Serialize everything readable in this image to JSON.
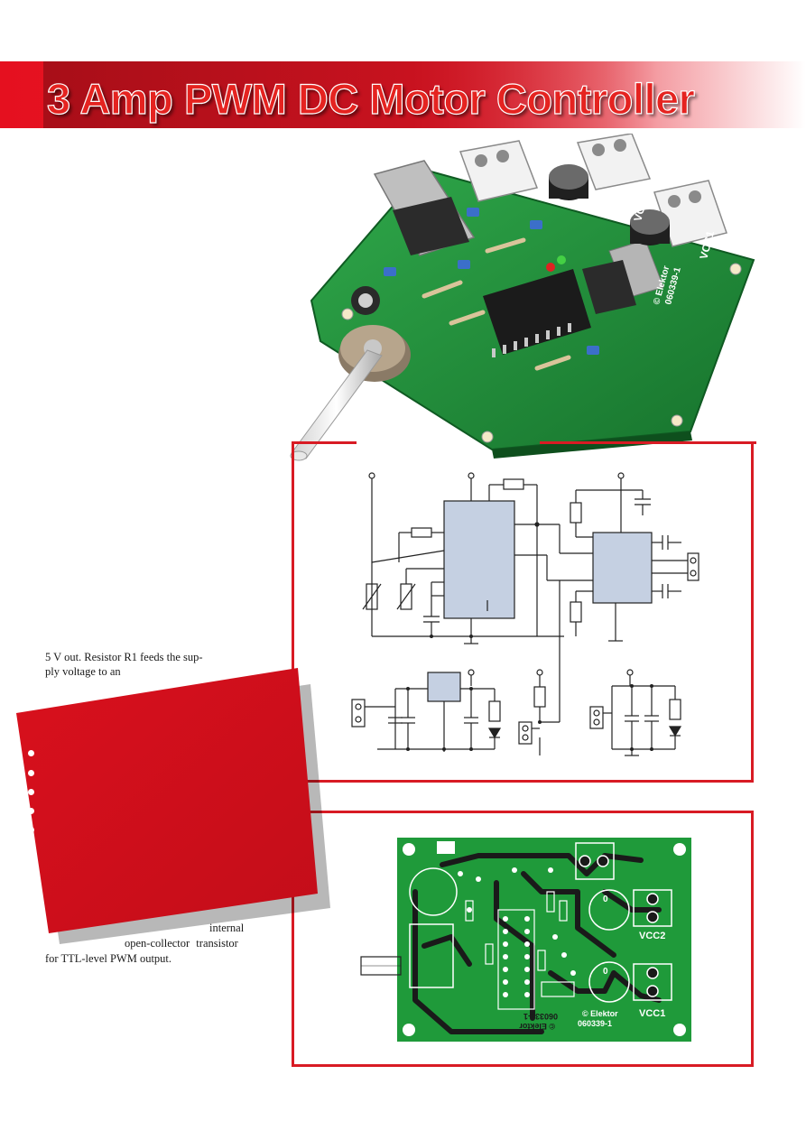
{
  "title": "3 Amp PWM DC Motor Controller",
  "photo": {
    "labels": {
      "vcc2": "VCC2",
      "vcc1": "VCC1",
      "credit": "© Elektor",
      "code": "060339-1"
    }
  },
  "pcb": {
    "labels": {
      "vcc2": "VCC2",
      "vcc1": "VCC1",
      "credit": "© Elektor",
      "code": "060339-1",
      "mirror_credit": "© Elektor",
      "mirror_code": "060339-1"
    }
  },
  "body_text": {
    "line1": "5 V out. Resistor R1 feeds the sup-",
    "line2": "ply voltage to an",
    "line3": "internal",
    "line4": "open-collector transistor",
    "line5": "for TTL-level PWM output."
  },
  "colors": {
    "accent_red": "#e52320",
    "frame_red": "#d81b24",
    "pcb_green": "#1f9a3a",
    "ic_fill": "#c5d0e2"
  }
}
